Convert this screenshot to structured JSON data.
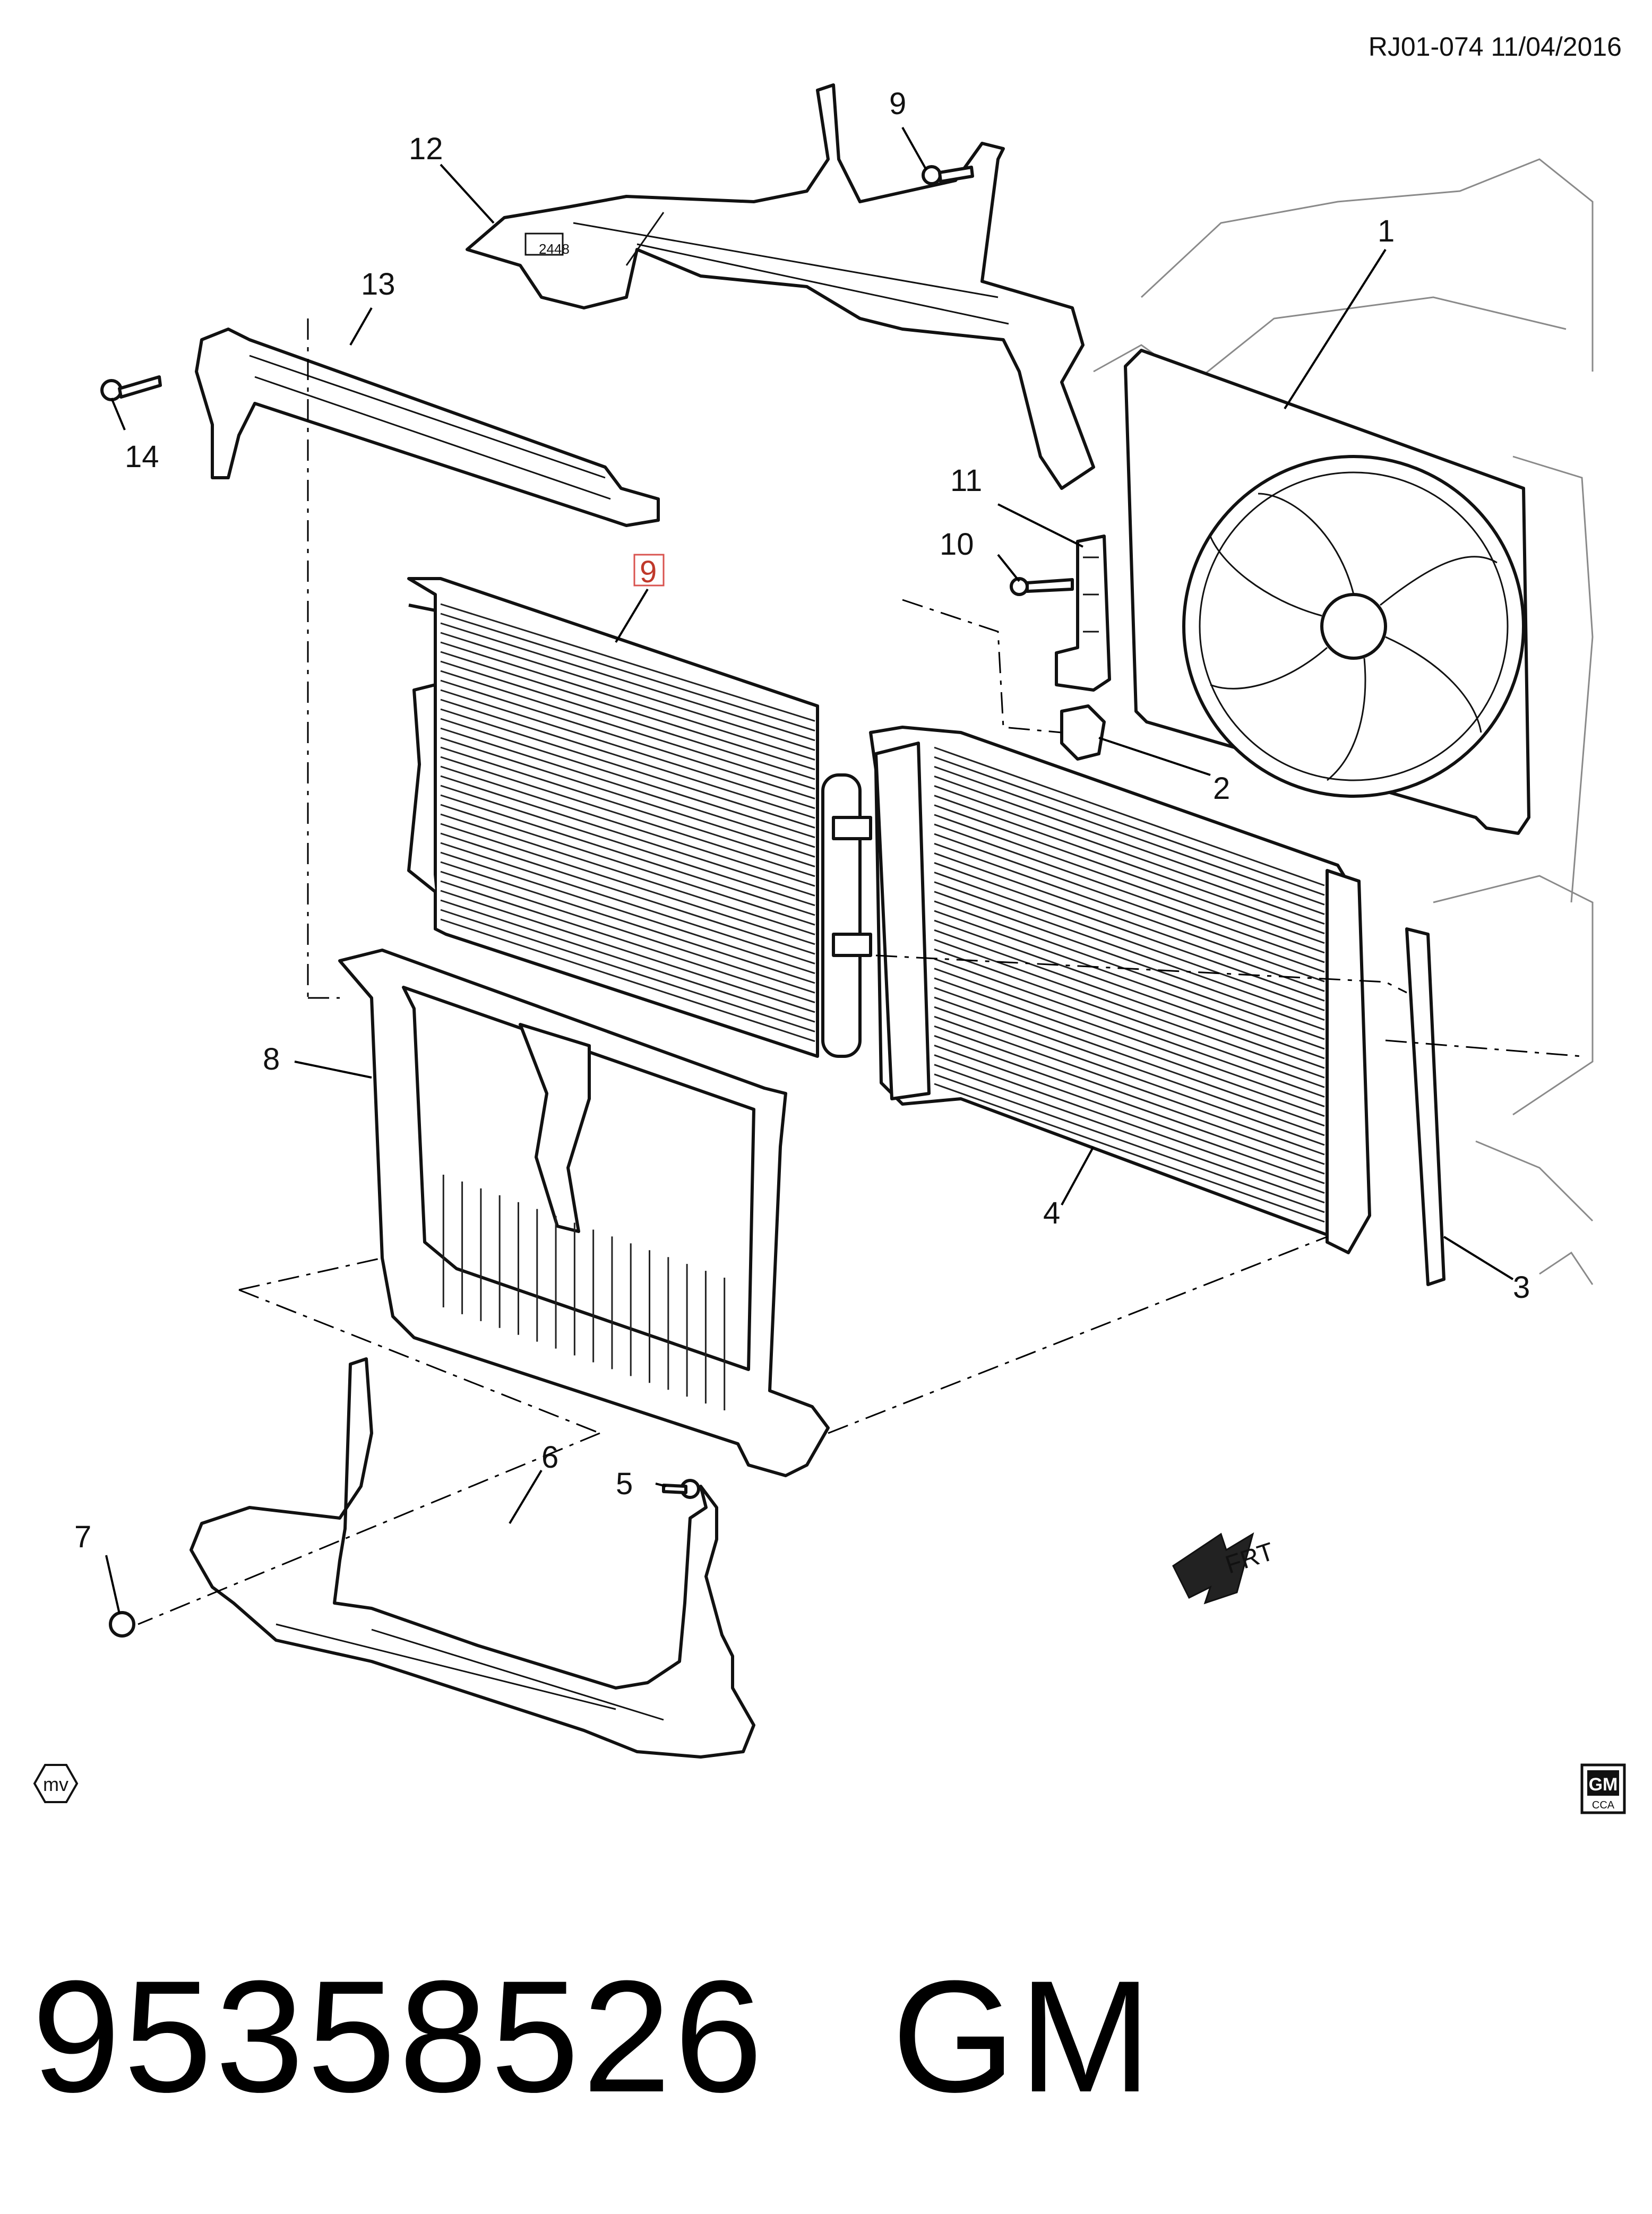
{
  "header": {
    "code": "RJ01-074 11/04/2016"
  },
  "callouts": {
    "c1": "1",
    "c2": "2",
    "c3": "3",
    "c4": "4",
    "c5": "5",
    "c6": "6",
    "c7": "7",
    "c8": "8",
    "c9a": "9",
    "c9b": "9",
    "c10": "10",
    "c11": "11",
    "c12": "12",
    "c13": "13",
    "c14": "14"
  },
  "labels": {
    "front_arrow": "FRT",
    "mv_mark": "mv",
    "bracket_number": "2448"
  },
  "logo": {
    "gm": "GM",
    "cca": "CCA"
  },
  "footer": {
    "part_number": "95358526",
    "brand": "GM"
  },
  "colors": {
    "line": "#111111",
    "highlight_box": "#d9534f",
    "background": "#ffffff"
  }
}
